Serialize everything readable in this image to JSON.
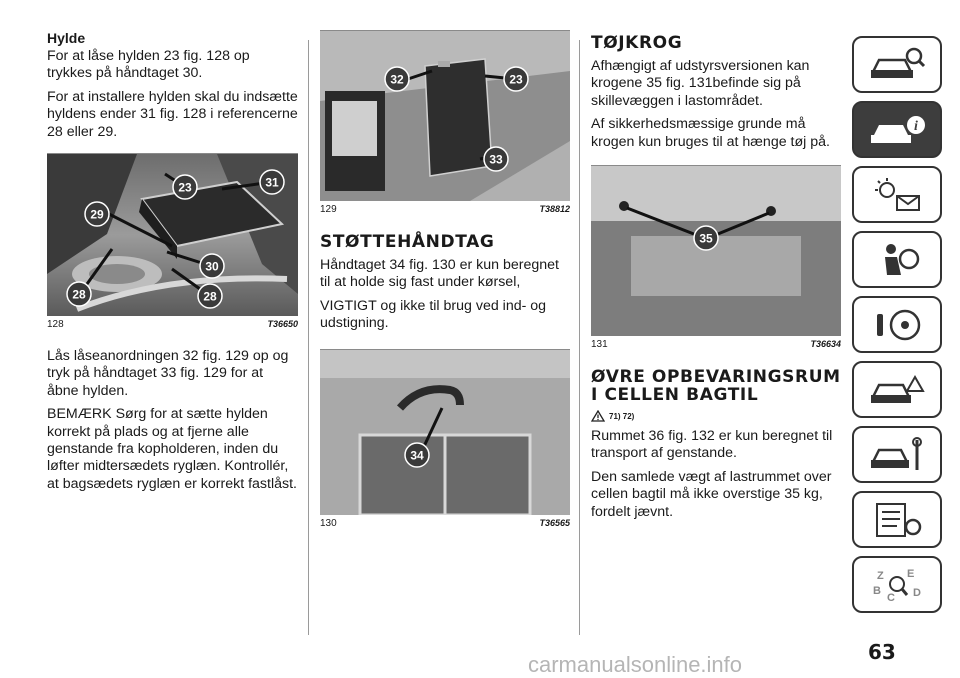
{
  "col1": {
    "heading": "Hylde",
    "p1": "For at låse hylden 23 fig. 128 op trykkes på håndtaget 30.",
    "p2": "For at installere hylden skal du indsætte hyldens ender 31 fig. 128 i referencerne 28 eller 29.",
    "fig128": {
      "num": "128",
      "code": "T36650",
      "callouts": [
        "23",
        "31",
        "29",
        "30",
        "28",
        "28"
      ]
    },
    "p3": "Lås låseanordningen 32 fig. 129 op og tryk på håndtaget 33 fig. 129 for at åbne hylden.",
    "p4": "BEMÆRK Sørg for at sætte hylden korrekt på plads og at fjerne alle genstande fra kopholderen, inden du løfter midtersædets ryglæn. Kontrollér, at bagsædets ryglæn er korrekt fastlåst."
  },
  "col2": {
    "fig129": {
      "num": "129",
      "code": "T38812",
      "callouts": [
        "32",
        "23",
        "33"
      ]
    },
    "heading": "STØTTEHÅNDTAG",
    "p1": "Håndtaget 34 fig. 130 er kun beregnet til at holde sig fast under kørsel,",
    "p2": "VIGTIGT og ikke til brug ved ind- og udstigning.",
    "fig130": {
      "num": "130",
      "code": "T36565",
      "callouts": [
        "34"
      ]
    }
  },
  "col3": {
    "heading": "TØJKROG",
    "p1": "Afhængigt af udstyrsversionen kan krogene 35 fig. 131befinde sig på skillevæggen i lastområdet.",
    "p2": "Af sikkerhedsmæssige grunde må krogen kun bruges til at hænge tøj på.",
    "fig131": {
      "num": "131",
      "code": "T36634",
      "callouts": [
        "35"
      ]
    },
    "heading2": "ØVRE OPBEVARINGSRUM I CELLEN BAGTIL",
    "warn_refs": "71) 72)",
    "p3": "Rummet 36 fig. 132 er kun beregnet til transport af genstande.",
    "p4": "Den samlede vægt af lastrummet over cellen bagtil må ikke overstige 35 kg, fordelt jævnt."
  },
  "tabs": [
    "car-search-icon",
    "car-info-icon",
    "warning-lights-icon",
    "airbag-icon",
    "steering-key-icon",
    "car-breakdown-icon",
    "car-service-icon",
    "settings-list-icon",
    "index-letters-icon"
  ],
  "page_number": "63",
  "watermark": "carmanualsonline.info"
}
